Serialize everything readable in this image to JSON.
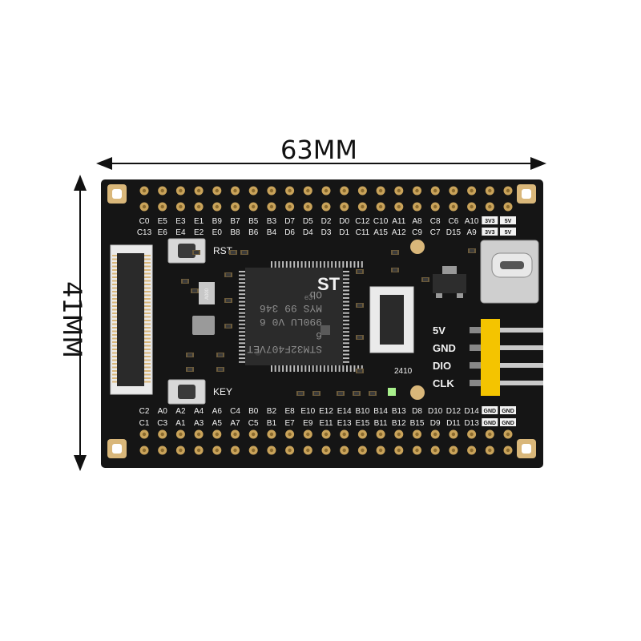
{
  "dimensions": {
    "width": "63MM",
    "height": "41MM"
  },
  "board": {
    "top_labels_row1": [
      "C0",
      "E5",
      "E3",
      "E1",
      "B9",
      "B7",
      "B5",
      "B3",
      "D7",
      "D5",
      "D2",
      "D0",
      "C12",
      "C10",
      "A11",
      "A8",
      "C8",
      "C6",
      "A10",
      "3V3",
      "5V"
    ],
    "top_labels_row2": [
      "C13",
      "E6",
      "E4",
      "E2",
      "E0",
      "B8",
      "B6",
      "B4",
      "D6",
      "D4",
      "D3",
      "D1",
      "C11",
      "A15",
      "A12",
      "C9",
      "C7",
      "D15",
      "A9",
      "3V3",
      "5V"
    ],
    "bottom_labels_row1": [
      "C2",
      "A0",
      "A2",
      "A4",
      "A6",
      "C4",
      "B0",
      "B2",
      "E8",
      "E10",
      "E12",
      "E14",
      "B10",
      "B14",
      "B13",
      "D8",
      "D10",
      "D12",
      "D14",
      "GND",
      "GND"
    ],
    "bottom_labels_row2": [
      "C1",
      "C3",
      "A1",
      "A3",
      "A5",
      "A7",
      "C5",
      "B1",
      "E7",
      "E9",
      "E11",
      "E13",
      "E15",
      "B11",
      "B12",
      "B15",
      "D9",
      "D11",
      "D13",
      "GND",
      "GND"
    ],
    "buttons": {
      "rst": "RST",
      "key": "KEY"
    },
    "header_pins": [
      "5V",
      "GND",
      "DIO",
      "CLK"
    ],
    "chip": {
      "logo": "ST",
      "lines": [
        "STM32F407VET",
        "6",
        "990LU V0 6",
        "MYS 99 346",
        "Ob"
      ],
      "mark": "e3"
    },
    "crystal_label": "A000",
    "small_code": "2410",
    "colors": {
      "pcb": "#151515",
      "gold": "#c9a35a",
      "header": "#f4c400",
      "silk": "#f2f2f2"
    }
  }
}
